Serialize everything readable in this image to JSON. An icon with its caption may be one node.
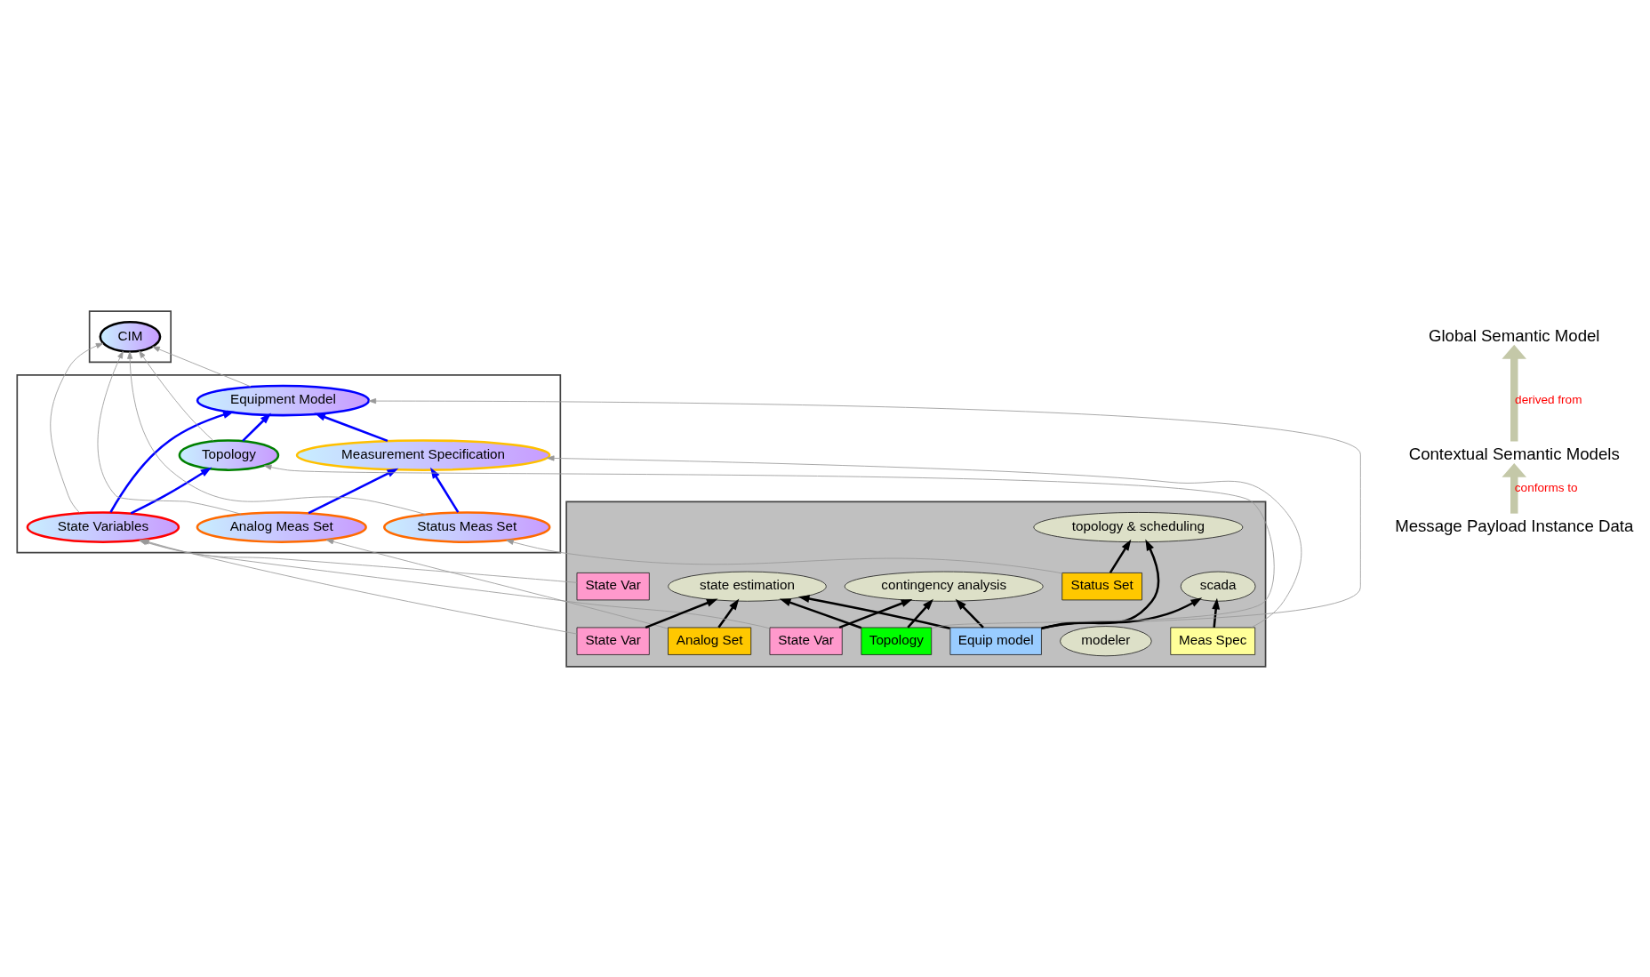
{
  "diagram": {
    "nodes": [
      {
        "text": [],
        "shape": "band"
      },
      {
        "text": [
          "CIM"
        ],
        "in": 0
      },
      {
        "text": [],
        "shape": "band"
      },
      {
        "text": [
          "Equipment Model"
        ],
        "in": 2
      },
      {
        "text": [
          "State Variables"
        ],
        "in": 2
      },
      {
        "text": [
          "Topology"
        ],
        "in": 2
      },
      {
        "text": [
          "Measurement Specification"
        ],
        "in": 2
      },
      {
        "text": [
          "Analog Meas Set"
        ],
        "in": 2
      },
      {
        "text": [
          "Status Meas Set"
        ],
        "in": 2
      },
      {
        "text": [],
        "shape": "band"
      },
      {
        "text": [
          "scada"
        ],
        "in": 9
      },
      {
        "text": [
          "Analog Set"
        ],
        "in": 9
      },
      {
        "text": [
          "Status Set"
        ],
        "in": 9
      },
      {
        "text": [
          "modeler"
        ],
        "in": 9
      },
      {
        "text": [
          "Meas Spec"
        ],
        "in": 9
      },
      {
        "text": [
          "Equip model"
        ],
        "in": 9
      },
      {
        "text": [
          "state estimation"
        ],
        "in": 9
      },
      {
        "text": [
          "State Var"
        ],
        "in": 9
      },
      {
        "text": [
          "topology & scheduling"
        ],
        "in": 9
      },
      {
        "text": [
          "Topology"
        ],
        "in": 9
      },
      {
        "text": [
          "State Var"
        ],
        "in": 9
      },
      {
        "text": [
          "contingency analysis"
        ],
        "in": 9
      },
      {
        "text": [
          "State Var"
        ],
        "in": 9
      },
      {
        "text": [
          "Global Semantic Model"
        ]
      },
      {
        "text": [
          "Contextual Semantic Models"
        ]
      },
      {
        "text": [
          "Message Payload Instance Data"
        ]
      }
    ],
    "edges": [
      {
        "from": 3,
        "to": 1,
        "arrow": "to"
      },
      {
        "from": 7,
        "to": 1,
        "arrow": "to"
      },
      {
        "from": 8,
        "to": 1,
        "arrow": "to"
      },
      {
        "from": 5,
        "to": 1,
        "arrow": "to"
      },
      {
        "from": 4,
        "to": 1,
        "arrow": "to"
      },
      {
        "from": 4,
        "to": 3,
        "arrow": "to",
        "color": "#0000ff"
      },
      {
        "from": 5,
        "to": 3,
        "arrow": "to",
        "color": "#0000ff"
      },
      {
        "from": 4,
        "to": 5,
        "arrow": "to",
        "color": "#0000ff"
      },
      {
        "from": 6,
        "to": 3,
        "arrow": "to",
        "color": "#0000ff"
      },
      {
        "from": 7,
        "to": 6,
        "arrow": "to",
        "color": "#0000ff"
      },
      {
        "from": 8,
        "to": 6,
        "arrow": "to",
        "color": "#0000ff"
      },
      {
        "from": 14,
        "to": 6,
        "arrow": "to"
      },
      {
        "from": 15,
        "to": 3,
        "arrow": "to"
      },
      {
        "from": 11,
        "to": 7,
        "arrow": "to"
      },
      {
        "from": 12,
        "to": 8,
        "arrow": "to"
      },
      {
        "from": 19,
        "to": 5,
        "arrow": "to"
      },
      {
        "from": 20,
        "to": 4,
        "arrow": "to"
      },
      {
        "from": 17,
        "to": 4,
        "arrow": "to"
      },
      {
        "from": 22,
        "to": 4,
        "arrow": "to"
      },
      {
        "from": 14,
        "to": 10,
        "arrow": "to",
        "color": "#000000"
      },
      {
        "from": 15,
        "to": 10,
        "arrow": "to",
        "color": "#000000"
      },
      {
        "from": 15,
        "to": 16,
        "arrow": "to",
        "color": "#000000"
      },
      {
        "from": 15,
        "to": 21,
        "arrow": "to",
        "color": "#000000"
      },
      {
        "from": 15,
        "to": 18,
        "arrow": "to",
        "color": "#000000"
      },
      {
        "from": 11,
        "to": 16,
        "arrow": "to",
        "color": "#000000"
      },
      {
        "from": 12,
        "to": 18,
        "arrow": "to",
        "color": "#000000"
      },
      {
        "from": 19,
        "to": 16,
        "arrow": "to",
        "color": "#000000"
      },
      {
        "from": 20,
        "to": 16,
        "arrow": "to",
        "color": "#000000"
      },
      {
        "from": 19,
        "to": 21,
        "arrow": "to",
        "color": "#000000"
      },
      {
        "from": 17,
        "to": 21,
        "arrow": "to",
        "color": "#000000"
      },
      {
        "from": 24,
        "to": 23,
        "arrow": "to",
        "label": "derived from",
        "style": "thick",
        "color": "#c4c8a8"
      },
      {
        "from": 25,
        "to": 24,
        "arrow": "to",
        "label": "conforms to",
        "style": "thick",
        "color": "#c4c8a8"
      }
    ]
  }
}
